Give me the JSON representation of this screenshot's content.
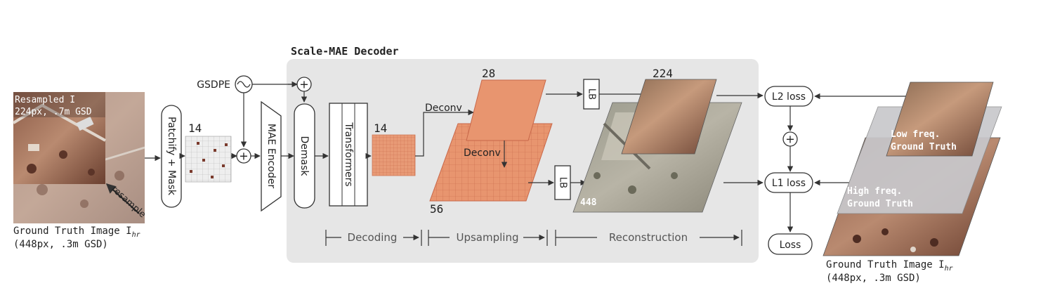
{
  "decoder_title": "Scale-MAE Decoder",
  "gsdpe_label": "GSDPE",
  "input_image": {
    "resampled_caption_line1": "Resampled I",
    "resampled_caption_line2": "224px, .7m GSD",
    "resample_label": "resample",
    "caption_line1": "Ground Truth Image I",
    "caption_subscript": "hr",
    "caption_line2": "(448px, .3m GSD)"
  },
  "patchify_label": "Patchify + Mask",
  "patch_grid_size": "14",
  "plus_symbol": "+",
  "encoder_label": "MAE Encoder",
  "demask_label": "Demask",
  "transformers_label": "Transformers",
  "feature_size_14": "14",
  "deconv_label_1": "Deconv",
  "deconv_label_2": "Deconv",
  "feature_size_28": "28",
  "feature_size_56": "56",
  "lb_label": "LB",
  "output_size_224": "224",
  "output_size_448": "448",
  "stages": {
    "decoding": "Decoding",
    "upsampling": "Upsampling",
    "reconstruction": "Reconstruction"
  },
  "losses": {
    "l2": "L2 loss",
    "l1": "L1 loss",
    "total": "Loss"
  },
  "ground_truth": {
    "low_freq_line1": "Low freq.",
    "low_freq_line2": "Ground Truth",
    "high_freq_line1": "High freq.",
    "high_freq_line2": "Ground Truth",
    "caption_line1": "Ground Truth Image I",
    "caption_subscript": "hr",
    "caption_line2": "(448px, .3m GSD)"
  },
  "colors": {
    "decoder_bg": "#e6e6e6",
    "feature_orange": "#e8956f",
    "feature_grid": "#c8684a",
    "terrain_brown": "#7a4e3a",
    "terrain_gray": "#8c8a80"
  }
}
